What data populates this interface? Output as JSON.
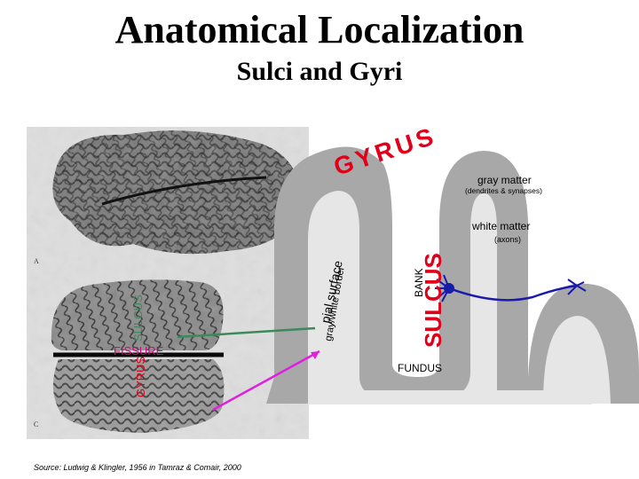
{
  "title": "Anatomical Localization",
  "subtitle": "Sulci and Gyri",
  "labels": {
    "gyrus_big": "GYRUS",
    "gray_matter": "gray matter",
    "dendrites": "(dendrites & synapses)",
    "white_matter": "white matter",
    "axons": "(axons)",
    "sulcus_big": "SULCUS",
    "bank": "BANK",
    "fundus": "FUNDUS",
    "pial_surface": "pial surface",
    "gray_white_border": "gray/white border",
    "photo_sulcus": "SULCUS",
    "photo_fissure": "FISSURE",
    "photo_gyrus": "GYRUS",
    "panel_a": "A",
    "panel_c": "C"
  },
  "source": "Source: Ludwig & Klingler, 1956 in Tamraz & Comair, 2000",
  "colors": {
    "gray_matter": "#a8a8a8",
    "white_matter": "#e6e6e6",
    "gyrus_text": "#e0001a",
    "fissure_text": "#d7007d",
    "neuron": "#1a1aa8",
    "sulcus_pointer": "#3a8a5a",
    "fissure_pointer": "#e020e0"
  }
}
